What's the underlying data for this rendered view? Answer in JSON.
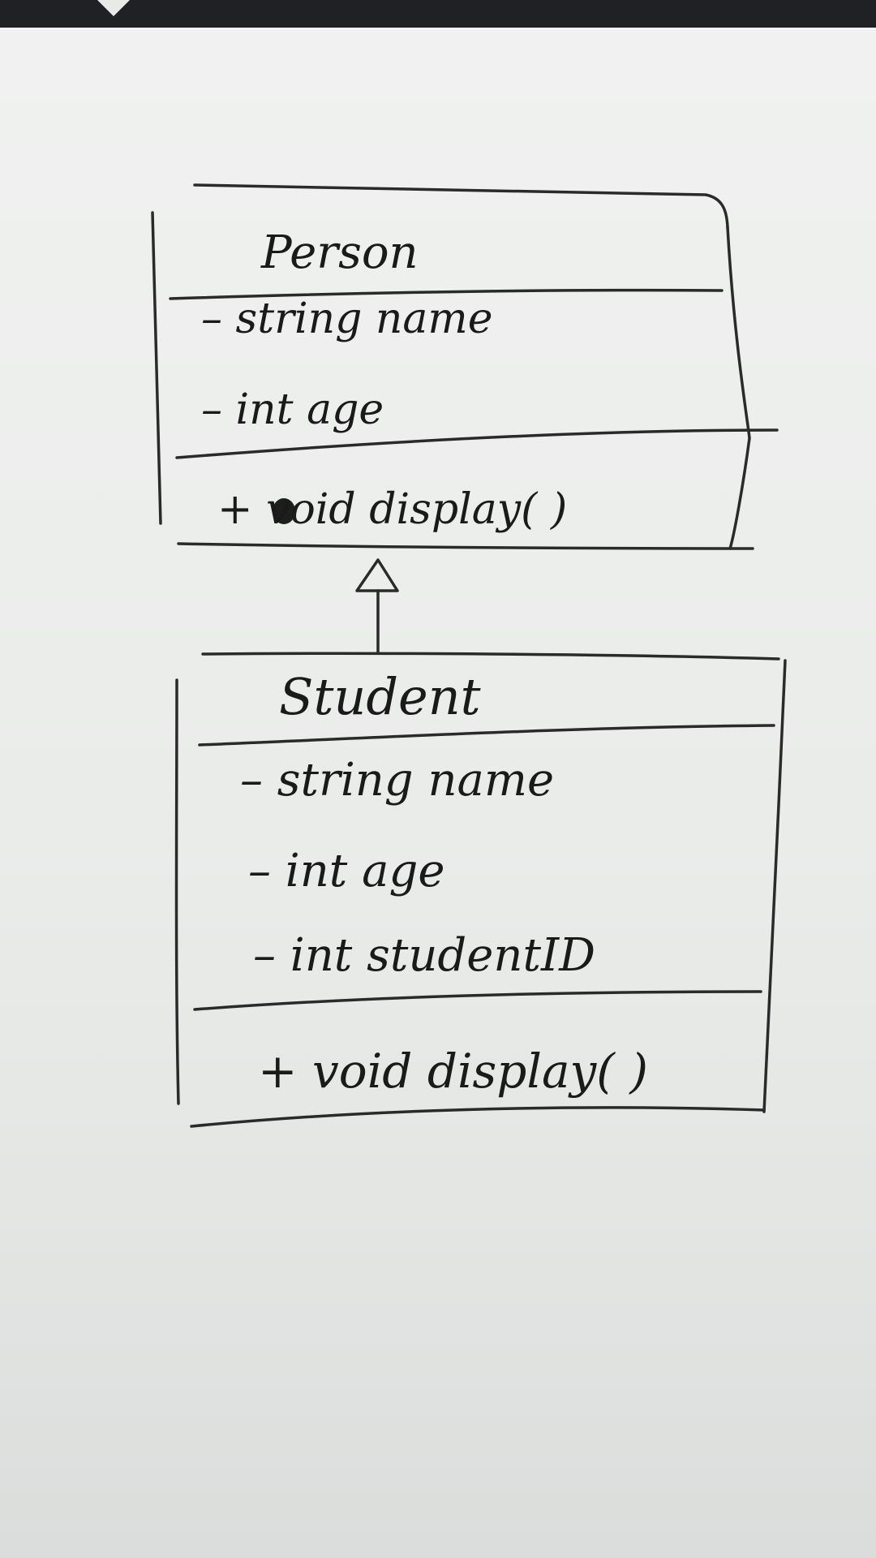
{
  "classes": [
    {
      "name": "Person",
      "attributes": [
        "– string name",
        "– int age"
      ],
      "methods": [
        "+ void display( )"
      ]
    },
    {
      "name": "Student",
      "attributes": [
        "– string name",
        "– int age",
        "– int studentID"
      ],
      "methods": [
        "+ void display( )"
      ]
    }
  ],
  "relationship": {
    "type": "inheritance",
    "from": "Student",
    "to": "Person"
  }
}
